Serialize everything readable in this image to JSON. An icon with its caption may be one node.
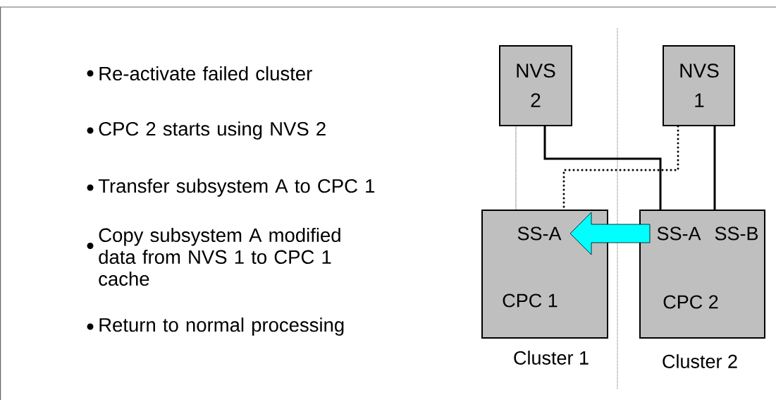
{
  "diagram": {
    "nodes": [
      {
        "text": [
          "NVS 2"
        ]
      },
      {
        "text": [
          "NVS 1"
        ]
      },
      {
        "text": [
          "SS-A",
          "CPC 1"
        ],
        "beside": [
          "Cluster 1"
        ]
      },
      {
        "text": [
          "SS-A",
          "SS-B",
          "CPC 2"
        ],
        "beside": [
          "Cluster 2"
        ]
      }
    ],
    "edges": [
      {
        "from": 0,
        "to": 3,
        "arrow": "none"
      },
      {
        "from": 1,
        "to": 2,
        "arrow": "none",
        "style": "dashed"
      },
      {
        "from": 1,
        "to": 3,
        "arrow": "none"
      },
      {
        "from": 3,
        "to": 2,
        "arrow": "to",
        "color": "#00ffff"
      },
      {
        "from": 0,
        "to": 2,
        "arrow": "none",
        "style": "dashed"
      }
    ],
    "labels": [
      "Re-activate failed cluster",
      "CPC 2 starts using NVS 2",
      "Transfer subsystem A to CPC 1",
      "Copy subsystem A modified data from NVS 1 to CPC 1 cache",
      "Return to normal processing"
    ]
  }
}
